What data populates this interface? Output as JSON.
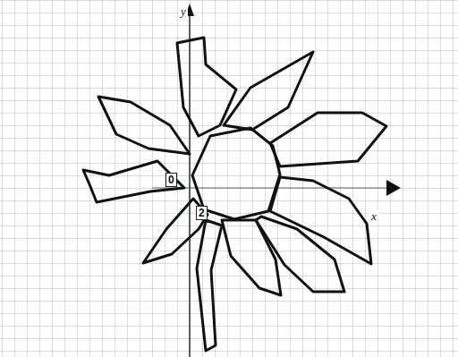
{
  "diagram": {
    "labels": [
      "y",
      "0",
      "2",
      "x"
    ]
  }
}
